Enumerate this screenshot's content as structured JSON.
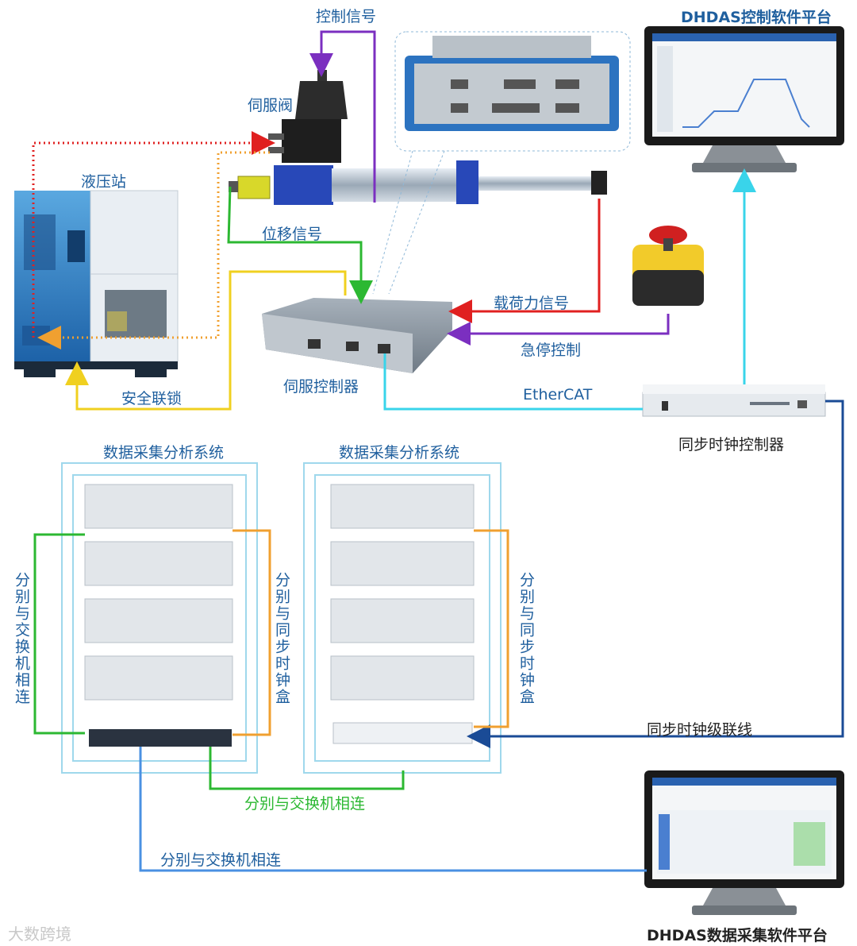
{
  "labels": {
    "control_signal": "控制信号",
    "servo_valve": "伺服阀",
    "hydraulic_station": "液压站",
    "displacement_signal": "位移信号",
    "load_signal": "载荷力信号",
    "estop_control": "急停控制",
    "servo_controller": "伺服控制器",
    "safety_interlock": "安全联锁",
    "ethercat": "EtherCAT",
    "sync_clock_controller": "同步时钟控制器",
    "control_platform": "DHDAS控制软件平台",
    "daq_system_1": "数据采集分析系统",
    "daq_system_2": "数据采集分析系统",
    "switch_conn_left": "分别与交换机相连",
    "sync_box_conn_1": "分别与同步时钟盒",
    "sync_box_conn_2": "分别与同步时钟盒",
    "sync_cascade": "同步时钟级联线",
    "switch_conn_bottom": "分别与交换机相连",
    "switch_conn_bottom2": "分别与交换机相连",
    "daq_platform": "DHDAS数据采集软件平台",
    "watermark": "大数跨境"
  },
  "colors": {
    "purple": "#7b2fc0",
    "orange": "#f0a030",
    "red": "#e02020",
    "green": "#2cb832",
    "yellow": "#f0d020",
    "cyan": "#39d4ea",
    "navy": "#1a4b96",
    "blue": "#4a90e2",
    "label": "#1f5f9e"
  }
}
